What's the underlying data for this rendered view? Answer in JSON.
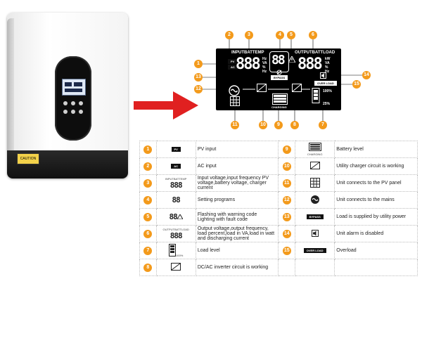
{
  "inverter": {
    "caution_label": "CAUTION"
  },
  "lcd": {
    "input_label": "INPUTBATTEMP",
    "output_label": "OUTPUTBATTLOAD",
    "digits_left": "888",
    "digits_mid": "88",
    "digits_right": "888",
    "left_units": [
      "Hz",
      "VA",
      "%",
      "Hz"
    ],
    "right_units": [
      "kW",
      "VA",
      "%",
      "Hz"
    ],
    "pv_tag": "PV",
    "ac_tag": "AC",
    "bypass_tag": "BYPASS",
    "overload_tag": "OVER LOAD",
    "charging_tag": "CHARGING",
    "load_100": "100%",
    "load_25": "25%"
  },
  "callouts": [
    "1",
    "2",
    "3",
    "4",
    "5",
    "6",
    "7",
    "8",
    "9",
    "10",
    "11",
    "12",
    "13",
    "14",
    "15"
  ],
  "legend": {
    "rows": [
      {
        "left_num": "1",
        "left_icon": "PV",
        "left_desc": "PV input",
        "right_num": "9",
        "right_icon": "CHARGING",
        "right_desc": "Battery level"
      },
      {
        "left_num": "2",
        "left_icon": "AC",
        "left_desc": "AC input",
        "right_num": "10",
        "right_icon": "",
        "right_desc": "Utility charger circuit is working"
      },
      {
        "left_num": "3",
        "left_icon": "INPUTBATTEMP",
        "left_desc": "Input voltage,input frequency PV voltage,battery voltage, charger current",
        "right_num": "11",
        "right_icon": "",
        "right_desc": "Unit connects to the PV panel"
      },
      {
        "left_num": "4",
        "left_icon": "88",
        "left_desc": "Setting programs",
        "right_num": "12",
        "right_icon": "",
        "right_desc": "Unit connects to the mains"
      },
      {
        "left_num": "5",
        "left_icon": "88",
        "left_desc_a": "Flashing with warning code",
        "left_desc_b": "Lighting with fault code",
        "right_num": "13",
        "right_icon": "BYPASS",
        "right_desc": "Load is supplied by utility power"
      },
      {
        "left_num": "6",
        "left_icon": "OUTPUTBATTLOAD",
        "left_desc": "Output voltage,output frequency, load percent,load in VA,load in watt and discharging current",
        "right_num": "14",
        "right_icon": "",
        "right_desc": "Unit alarm is disabled"
      },
      {
        "left_num": "7",
        "left_icon": "100%",
        "left_desc": "Load level",
        "right_num": "15",
        "right_icon": "OVER LOAD",
        "right_desc": "Overload"
      },
      {
        "left_num": "8",
        "left_icon": "",
        "left_desc": "DC/AC inverter circuit is working",
        "right_num": "",
        "right_icon": "",
        "right_desc": ""
      }
    ]
  },
  "colors": {
    "accent": "#f39a1b",
    "arrow": "#e02020",
    "lcd_bg": "#000000"
  }
}
